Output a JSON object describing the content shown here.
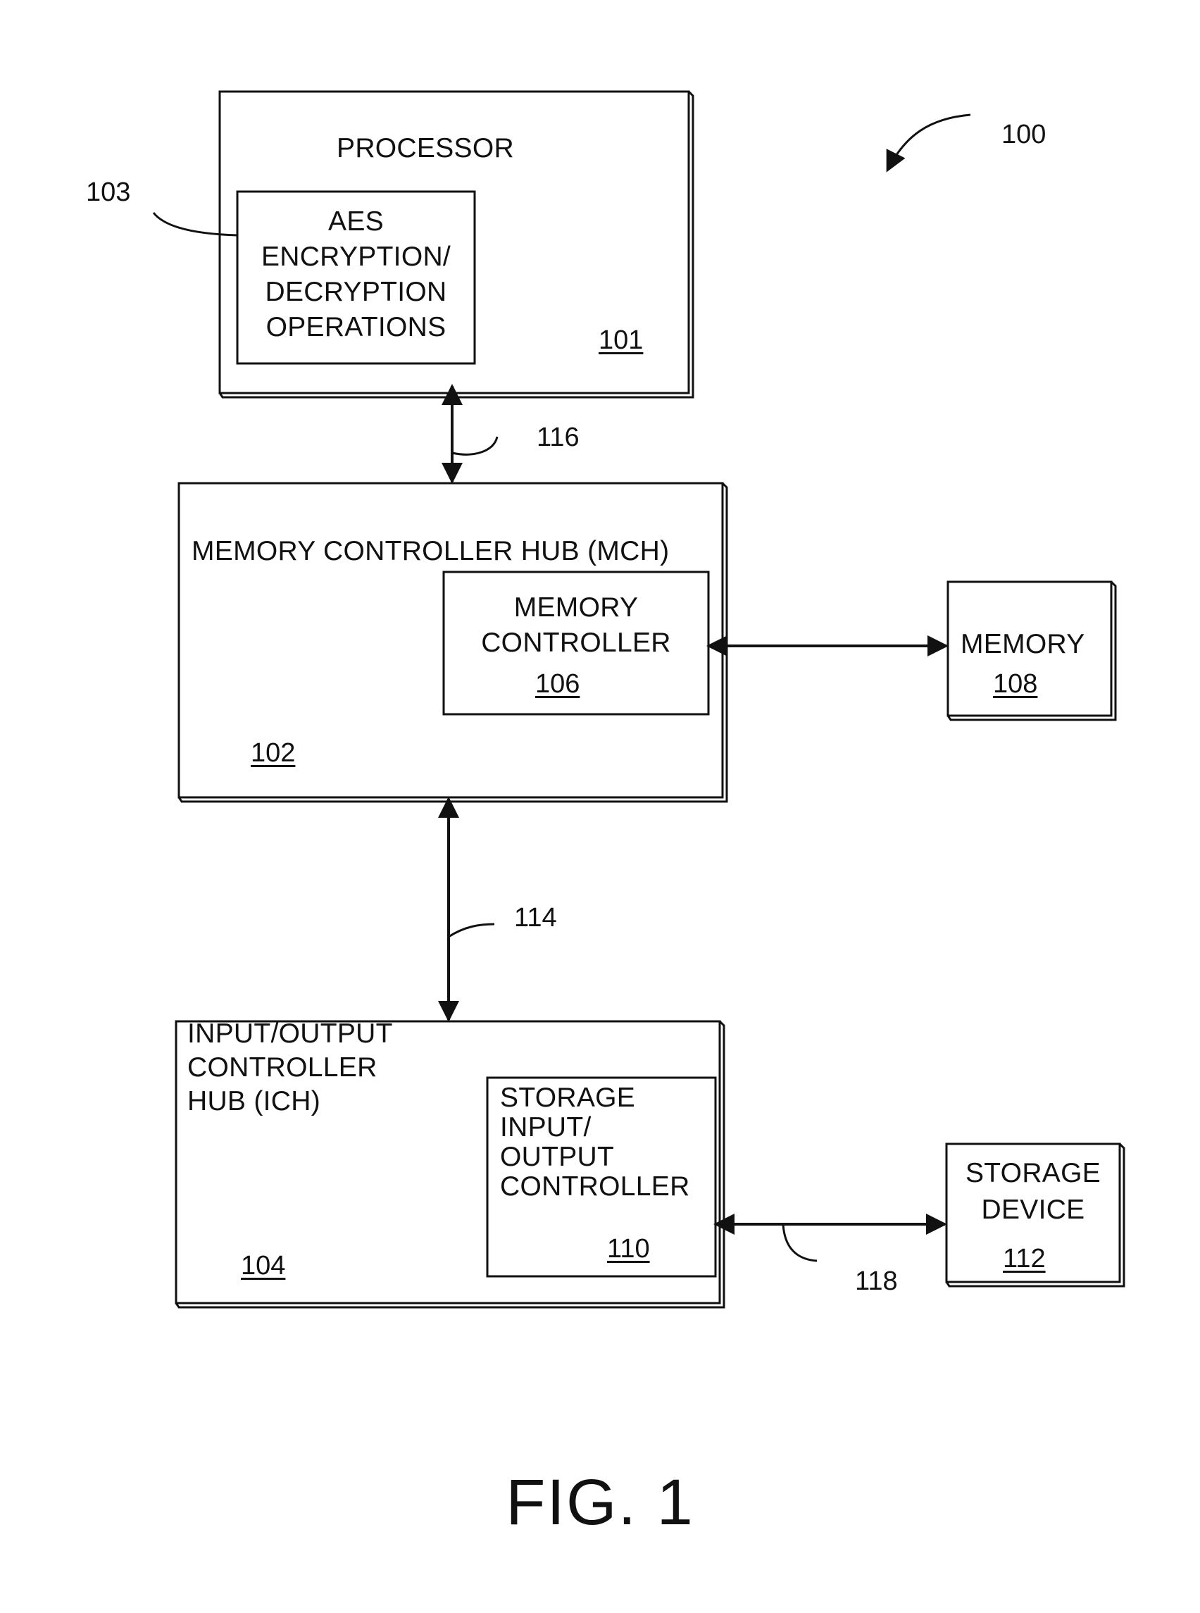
{
  "figure": {
    "title": "FIG. 1",
    "ref": "100"
  },
  "processor": {
    "title": "PROCESSOR",
    "ref": "101"
  },
  "aes": {
    "lines": [
      "AES",
      "ENCRYPTION/",
      "DECRYPTION",
      "OPERATIONS"
    ],
    "ref": "103"
  },
  "mch": {
    "title": "MEMORY CONTROLLER HUB (MCH)",
    "ref": "102"
  },
  "memory_controller": {
    "lines": [
      "MEMORY",
      "CONTROLLER"
    ],
    "ref": "106"
  },
  "memory": {
    "title": "MEMORY",
    "ref": "108"
  },
  "ich": {
    "lines": [
      "INPUT/OUTPUT",
      "CONTROLLER",
      "HUB (ICH)"
    ],
    "ref": "104"
  },
  "storage_io": {
    "lines": [
      "STORAGE",
      "INPUT/",
      "OUTPUT",
      "CONTROLLER"
    ],
    "ref": "110"
  },
  "storage_device": {
    "lines": [
      "STORAGE",
      "DEVICE"
    ],
    "ref": "112"
  },
  "links": {
    "proc_mch": "116",
    "mch_ich": "114",
    "ich_storage": "118"
  }
}
